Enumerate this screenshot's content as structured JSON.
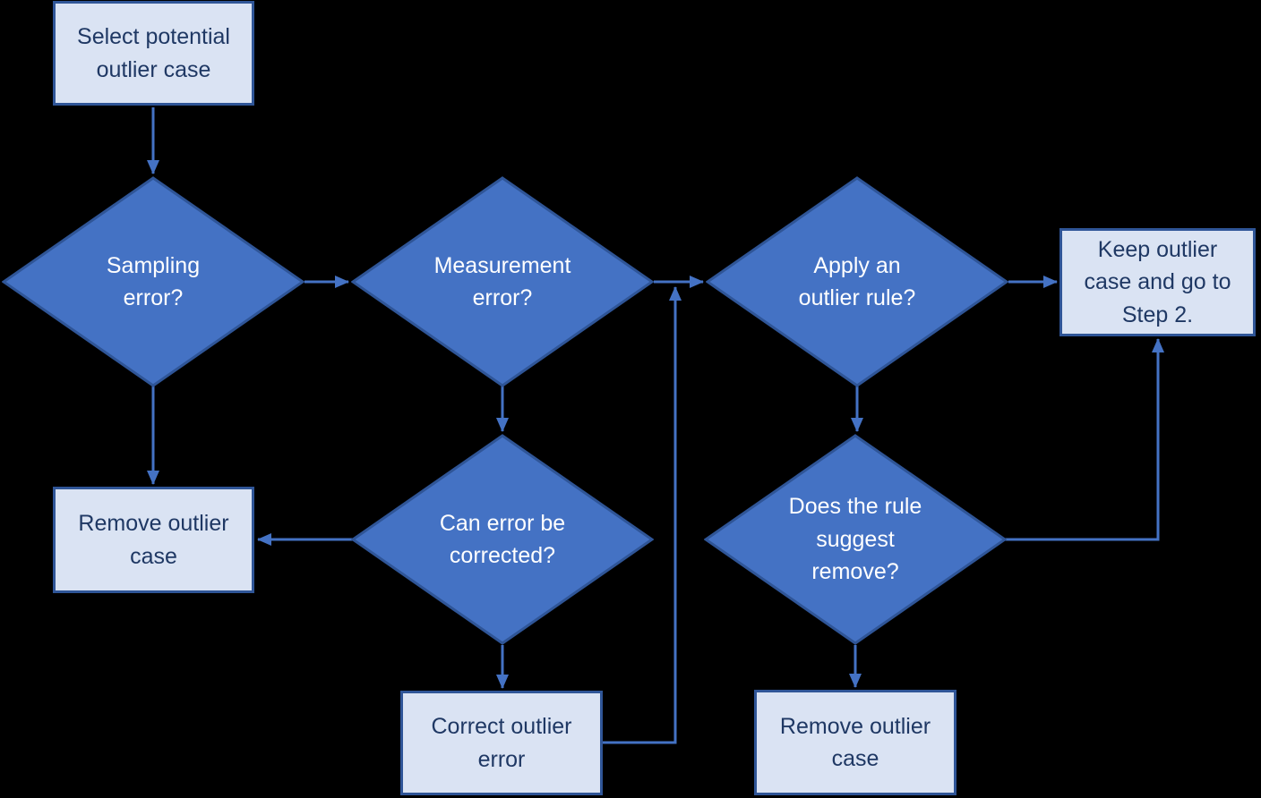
{
  "colors": {
    "background": "#000000",
    "diamond-fill": "#4472C4",
    "diamond-border": "#2F5597",
    "diamond-text": "#FFFFFF",
    "box-fill": "#DAE3F3",
    "box-border": "#2F5597",
    "box-text": "#1F3864",
    "arrow": "#4472C4"
  },
  "diagram": {
    "type": "flowchart",
    "nodes": {
      "select_case": {
        "type": "process",
        "label": [
          "Select potential",
          "outlier case"
        ]
      },
      "sampling_error": {
        "type": "decision",
        "label": [
          "Sampling",
          "error?"
        ]
      },
      "measurement_error": {
        "type": "decision",
        "label": [
          "Measurement",
          "error?"
        ]
      },
      "apply_rule": {
        "type": "decision",
        "label": [
          "Apply an",
          "outlier rule?"
        ]
      },
      "keep_case": {
        "type": "process",
        "label": [
          "Keep outlier",
          "case and go to",
          "Step 2."
        ]
      },
      "remove_case_left": {
        "type": "process",
        "label": [
          "Remove outlier",
          "case"
        ]
      },
      "can_correct": {
        "type": "decision",
        "label": [
          "Can error be",
          "corrected?"
        ]
      },
      "rule_suggest_remove": {
        "type": "decision",
        "label": [
          "Does the rule",
          "suggest",
          "remove?"
        ]
      },
      "correct_error": {
        "type": "process",
        "label": [
          "Correct outlier",
          "error"
        ]
      },
      "remove_case_right": {
        "type": "process",
        "label": [
          "Remove outlier",
          "case"
        ]
      }
    },
    "edges": [
      {
        "from": "select_case",
        "to": "sampling_error"
      },
      {
        "from": "sampling_error",
        "to": "measurement_error"
      },
      {
        "from": "sampling_error",
        "to": "remove_case_left"
      },
      {
        "from": "measurement_error",
        "to": "apply_rule"
      },
      {
        "from": "measurement_error",
        "to": "can_correct"
      },
      {
        "from": "apply_rule",
        "to": "keep_case"
      },
      {
        "from": "apply_rule",
        "to": "rule_suggest_remove"
      },
      {
        "from": "can_correct",
        "to": "remove_case_left"
      },
      {
        "from": "can_correct",
        "to": "correct_error"
      },
      {
        "from": "correct_error",
        "to": "apply_rule"
      },
      {
        "from": "rule_suggest_remove",
        "to": "remove_case_right"
      },
      {
        "from": "rule_suggest_remove",
        "to": "keep_case"
      }
    ]
  }
}
